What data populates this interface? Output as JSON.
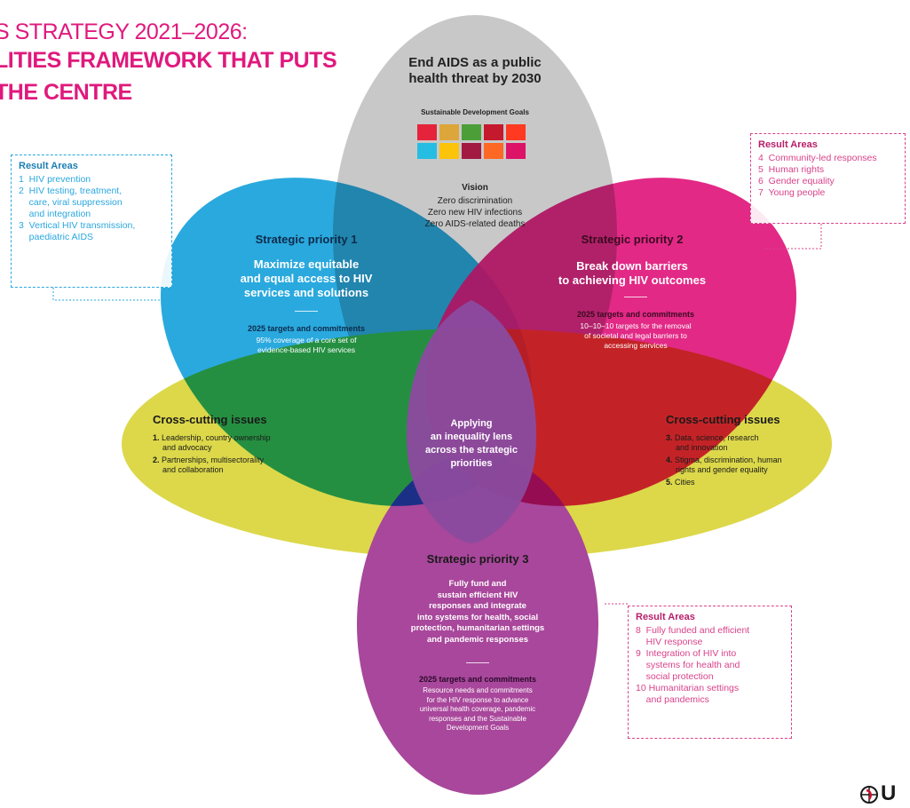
{
  "header": {
    "title_lines": [
      "S STRATEGY 2021–2026:",
      "LITIES FRAMEWORK THAT PUTS",
      "THE CENTRE"
    ]
  },
  "top_petal": {
    "heading": [
      "End AIDS as a public",
      "health threat by 2030"
    ],
    "sdg_label": "Sustainable Development Goals",
    "vision_label": "Vision",
    "vision_items": [
      "Zero discrimination",
      "Zero new HIV infections",
      "Zero AIDS-related deaths"
    ]
  },
  "sp1": {
    "title": "Strategic priority 1",
    "subtitle": [
      "Maximize equitable",
      "and equal access to HIV",
      "services and solutions"
    ],
    "targets_label": "2025 targets and commitments",
    "targets_text": [
      "95% coverage of a core set of",
      "evidence-based HIV services"
    ]
  },
  "sp2": {
    "title": "Strategic priority 2",
    "subtitle": [
      "Break down barriers",
      "to achieving HIV outcomes"
    ],
    "targets_label": "2025 targets and commitments",
    "targets_text": [
      "10–10–10 targets for the removal",
      "of societal and legal barriers to",
      "accessing services"
    ]
  },
  "sp3": {
    "title": "Strategic priority 3",
    "subtitle": [
      "Fully fund and",
      "sustain efficient HIV",
      "responses and integrate",
      "into systems for health, social",
      "protection, humanitarian settings",
      "and pandemic responses"
    ],
    "targets_label": "2025 targets and commitments",
    "targets_text": [
      "Resource needs and commitments",
      "for the HIV response to advance",
      "universal health coverage, pandemic",
      "responses and the Sustainable",
      "Development Goals"
    ]
  },
  "center": {
    "text": [
      "Applying",
      "an inequality lens",
      "across the strategic",
      "priorities"
    ]
  },
  "cross_left": {
    "title": "Cross-cutting issues",
    "items": [
      {
        "num": "1.",
        "text": [
          "Leadership, country ownership",
          "and advocacy"
        ]
      },
      {
        "num": "2.",
        "text": [
          "Partnerships, multisectorality",
          "and collaboration"
        ]
      }
    ]
  },
  "cross_right": {
    "title": "Cross-cutting issues",
    "items": [
      {
        "num": "3.",
        "text": [
          "Data, science, research",
          "and innovation"
        ]
      },
      {
        "num": "4.",
        "text": [
          "Stigma, discrimination, human",
          "rights and gender equality"
        ]
      },
      {
        "num": "5.",
        "text": [
          "Cities"
        ]
      }
    ]
  },
  "result_areas_blue": {
    "heading": "Result Areas",
    "items": [
      "1  HIV prevention",
      "2  HIV testing, treatment,",
      "    care, viral suppression",
      "    and integration",
      "3  Vertical HIV transmission,",
      "    paediatric AIDS"
    ]
  },
  "result_areas_pink_top": {
    "heading": "Result Areas",
    "items": [
      "4  Community-led responses",
      "5  Human rights",
      "6  Gender equality",
      "7  Young people"
    ]
  },
  "result_areas_pink_bottom": {
    "heading": "Result Areas",
    "items": [
      "8  Fully funded and efficient",
      "    HIV response",
      "9  Integration of HIV into",
      "    systems for health and",
      "    social protection",
      "10 Humanitarian settings",
      "    and pandemics"
    ]
  },
  "logo": {
    "text": "U"
  },
  "colors": {
    "grey": "#c8c8c8",
    "cyan": "#1aa2dc",
    "magenta": "#e0197d",
    "yellow": "#dcd84a",
    "purple": "#a8479b",
    "title_pink": "#e0197d",
    "box_blue": "#2aa7df",
    "box_pink": "#d9428a"
  },
  "sdg_tile_colors": [
    "#e5243b",
    "#dda63a",
    "#4c9f38",
    "#c5192d",
    "#ff3a21",
    "#26bde2",
    "#fcc30b",
    "#a21942",
    "#fd6925",
    "#dd1367",
    "#fd9d24",
    "#bf8b2e",
    "#3f7e44",
    "#0a97d9",
    "#56c02b",
    "#00689d",
    "#19486a"
  ]
}
